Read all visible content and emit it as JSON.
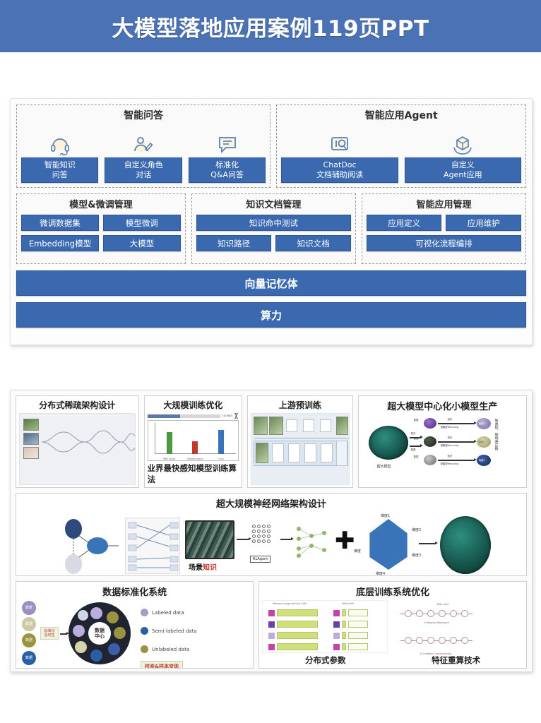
{
  "banner": {
    "title": "大模型落地应用案例119页PPT",
    "bg": "#4a72b5"
  },
  "figure1": {
    "name": "大模型平台能力架构图",
    "accent": "#3a69b0",
    "top_groups": [
      {
        "title": "智能问答",
        "cards": [
          {
            "icon": "headset-icon",
            "line1": "智能知识",
            "line2": "问答"
          },
          {
            "icon": "person-pen-icon",
            "line1": "自定义角色",
            "line2": "对话"
          },
          {
            "icon": "chat-bubble-icon",
            "line1": "标准化",
            "line2": "Q&A问答"
          }
        ]
      },
      {
        "title": "智能应用Agent",
        "cards": [
          {
            "icon": "document-search-icon",
            "line1": "ChatDoc",
            "line2": "文档辅助阅读"
          },
          {
            "icon": "cube-in-hands-icon",
            "line1": "自定义",
            "line2": "Agent应用"
          }
        ]
      }
    ],
    "mid_groups": [
      {
        "title": "模型&微调管理",
        "items": [
          {
            "label": "微调数据集",
            "full": false
          },
          {
            "label": "模型微调",
            "full": false
          },
          {
            "label": "Embedding模型",
            "full": false
          },
          {
            "label": "大模型",
            "full": false
          }
        ]
      },
      {
        "title": "知识文档管理",
        "items": [
          {
            "label": "知识命中测试",
            "full": true
          },
          {
            "label": "知识路径",
            "full": false
          },
          {
            "label": "知识文档",
            "full": false
          }
        ]
      },
      {
        "title": "智能应用管理",
        "items": [
          {
            "label": "应用定义",
            "full": false
          },
          {
            "label": "应用维护",
            "full": false
          },
          {
            "label": "可视化流程编排",
            "full": true
          }
        ]
      }
    ],
    "base_bars": [
      {
        "label": "向量记忆体"
      },
      {
        "label": "算力"
      }
    ]
  },
  "figure2": {
    "name": "超大模型技术体系图",
    "row1": [
      {
        "title": "分布式稀疏架构设计",
        "caption": ""
      },
      {
        "title": "大规模训练优化",
        "caption": "业界最快感知模型训练算法"
      },
      {
        "title": "上游预训练",
        "caption": ""
      },
      {
        "title": "超大模型中心化小模型生产",
        "caption": ""
      }
    ],
    "row2": {
      "title": "超大规模神经网络架构设计"
    },
    "row3": [
      {
        "title": "数据标准化系统",
        "caption": ""
      },
      {
        "title": "底层训练系统优化",
        "captions": [
          "分布式参数",
          "特征重算技术"
        ]
      }
    ],
    "chart_data": {
      "type": "bar",
      "title": "大规模训练优化",
      "subtitle": "业界最快感知模型训练算法",
      "categories": [
        "PBN-Linear",
        "ResNet-based",
        "Ours"
      ],
      "values": [
        86,
        52,
        94
      ],
      "colors": [
        "#4c9a3e",
        "#c0392b",
        "#3a74b8"
      ],
      "xlabel": "",
      "ylabel": "",
      "ylim": [
        0,
        100
      ],
      "grid": false,
      "legend": "none"
    },
    "super_model": {
      "center_label": "超大模型",
      "branch_in_labels": [
        "数据",
        "数据",
        "数据"
      ],
      "branch_out_labels": [
        "知识",
        "知识",
        "知识"
      ],
      "branch_sub_labels": [
        "基模型fintuning",
        "基模型fintuning",
        "基模型fintuning"
      ],
      "result_labels": [
        "场景1",
        "场景2",
        "场景3"
      ],
      "side_labels": [
        "新类别、新场景迁移"
      ],
      "arrow_labels": [
        "知识",
        "数据"
      ]
    },
    "neural_net": {
      "scene_label": "场景",
      "scene_highlight": "知识",
      "agent_label": "RLAgent",
      "dim_labels": [
        "维度1",
        "维度2",
        "维度3",
        "维度4",
        "维度"
      ]
    },
    "data_system": {
      "core_line1": "数据",
      "core_line2": "中心",
      "hub_line1": "标准化",
      "hub_line2": "及时性",
      "legend": [
        {
          "label": "Labeled data",
          "color": "#a99ac8"
        },
        {
          "label": "Semi-labeled data",
          "color": "#2a5fa5"
        },
        {
          "label": "Unlabeled data",
          "color": "#9a9440"
        }
      ],
      "footer_badge": "校准&样本变现",
      "sources": [
        "数据",
        "数据",
        "数据",
        "数据"
      ]
    },
    "training_opt": {
      "left_header": "Memory usage without GoM",
      "right_header": "With GoM",
      "left_caption_a": "In Regular Backward",
      "left_caption_b": "In Gradient Checkpointing"
    }
  }
}
